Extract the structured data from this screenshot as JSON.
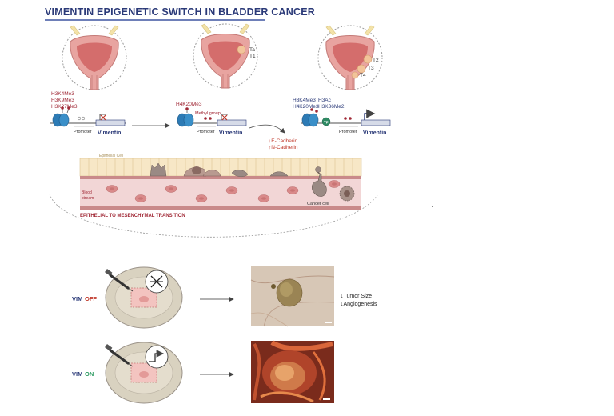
{
  "title": "VIMENTIN EPIGENETIC SWITCH IN BLADDER CANCER",
  "stages": [
    {
      "tumor_labels": [],
      "marks": [
        "H3K4Me3",
        "H3K9Me3",
        "H3K27Me3"
      ],
      "promoter": "Promoter",
      "gene": "Vimentin"
    },
    {
      "tumor_labels": [
        "Ta",
        "T1"
      ],
      "marks": [
        "H4K20Me3"
      ],
      "methyl_label": "Methyl group",
      "promoter": "Promoter",
      "gene": "Vimentin"
    },
    {
      "tumor_labels": [
        "T2",
        "T3",
        "T4"
      ],
      "marks_left": [
        "H3K4Me3",
        "H4K20Me3"
      ],
      "marks_right": [
        "H3Ac",
        "H3K36Me2"
      ],
      "promoter": "Promoter",
      "gene": "Vimentin",
      "tf_label": "TF"
    }
  ],
  "cadherin": {
    "ecad": "↓E-Cadherin",
    "ncad": "↑N-Cadherin"
  },
  "emt": {
    "epithelial_label": "Epithelial Cell",
    "blood_label_1": "Blood",
    "blood_label_2": "stream",
    "cancer_label": "Cancer cell",
    "caption": "EPITHELIAL TO MESENCHYMAL TRANSITION"
  },
  "experiments": [
    {
      "label_vim": "VIM",
      "label_state": "OFF",
      "state_color": "#c0392b",
      "effects": [
        "↓Tumor Size",
        "↓Angiogenesis"
      ]
    },
    {
      "label_vim": "VIM",
      "label_state": "ON",
      "state_color": "#2e9c63",
      "effects": []
    }
  ],
  "colors": {
    "title": "#2b3a78",
    "dna_blue": "#2d7bb5",
    "mark_red": "#a02835",
    "gene_navy": "#2b3a78",
    "organ_pink": "#e8a4a0"
  }
}
